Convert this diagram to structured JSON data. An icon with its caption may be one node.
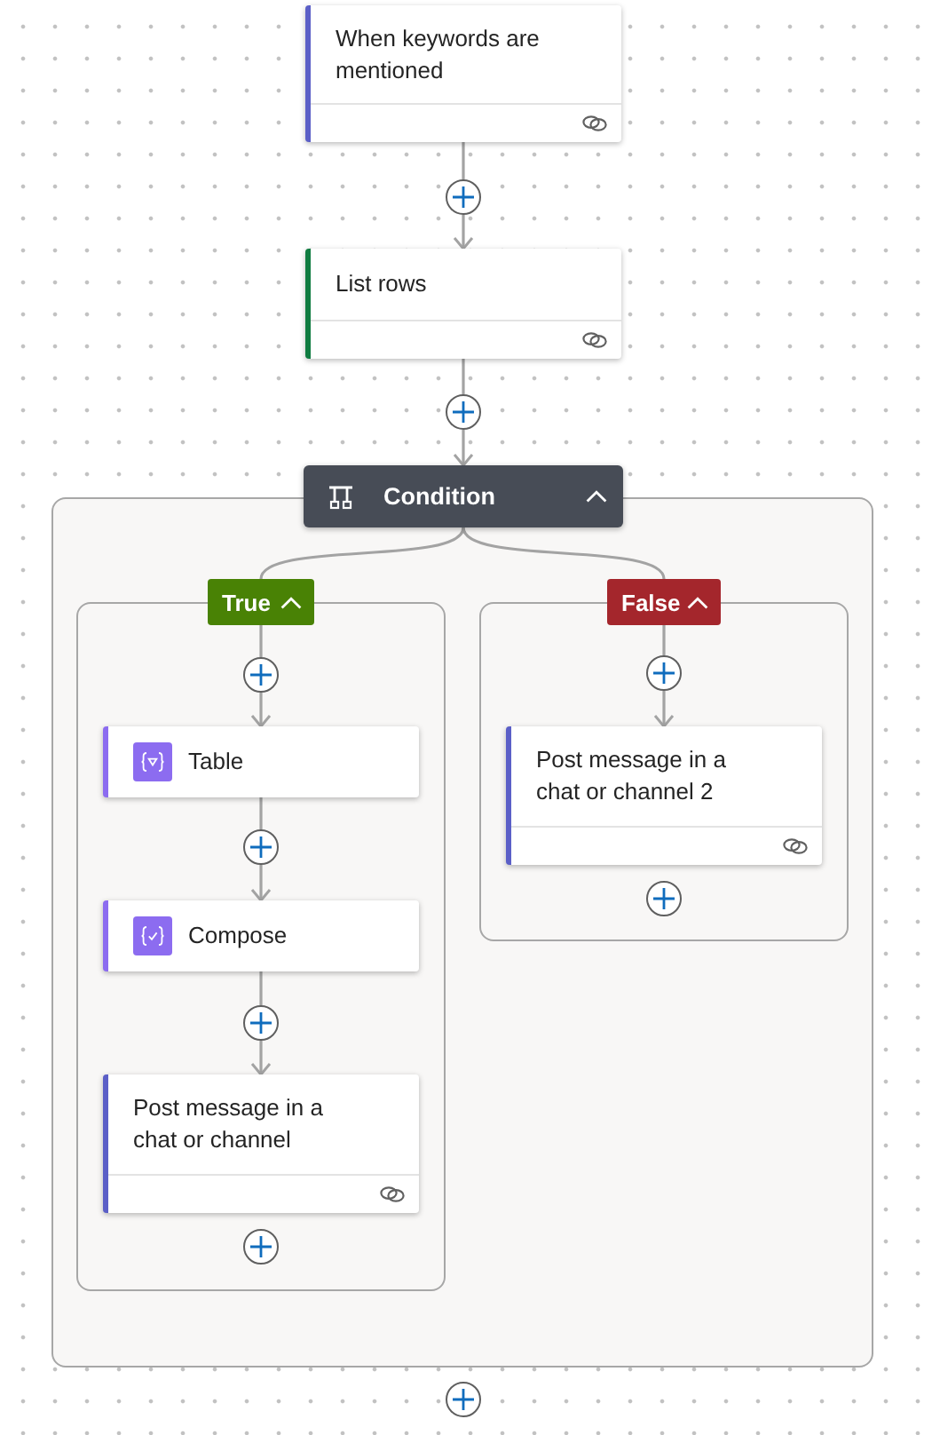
{
  "diagram": {
    "nodes": [
      {
        "text": [
          "When keywords are mentioned"
        ]
      },
      {
        "text": [],
        "shape": "circle"
      },
      {
        "text": [
          "List rows"
        ]
      },
      {
        "text": [],
        "shape": "circle"
      },
      {
        "text": [
          "Condition"
        ]
      },
      {
        "text": [],
        "shape": "box"
      },
      {
        "text": [
          "True"
        ],
        "in": 5
      },
      {
        "text": [],
        "shape": "box",
        "in": 5
      },
      {
        "text": [],
        "shape": "circle",
        "in": 7
      },
      {
        "text": [
          "Table"
        ],
        "in": 7
      },
      {
        "text": [],
        "shape": "circle",
        "in": 7
      },
      {
        "text": [
          "Compose"
        ],
        "in": 7
      },
      {
        "text": [],
        "shape": "circle",
        "in": 7
      },
      {
        "text": [
          "Post message in a chat or channel"
        ],
        "in": 7
      },
      {
        "text": [],
        "shape": "circle",
        "in": 7
      },
      {
        "text": [
          "False"
        ],
        "in": 5
      },
      {
        "text": [],
        "shape": "box",
        "in": 5
      },
      {
        "text": [],
        "shape": "circle",
        "in": 16
      },
      {
        "text": [
          "Post message in a chat or channel 2"
        ],
        "in": 16
      },
      {
        "text": [],
        "shape": "circle",
        "in": 16
      },
      {
        "text": [],
        "shape": "circle"
      }
    ],
    "edges": [
      {
        "from": 0,
        "to": 1,
        "arrow": "none"
      },
      {
        "from": 1,
        "to": 2,
        "arrow": "to"
      },
      {
        "from": 2,
        "to": 3,
        "arrow": "none"
      },
      {
        "from": 3,
        "to": 4,
        "arrow": "to"
      },
      {
        "from": 4,
        "to": 6,
        "arrow": "none"
      },
      {
        "from": 4,
        "to": 15,
        "arrow": "none"
      },
      {
        "from": 6,
        "to": 8,
        "arrow": "none"
      },
      {
        "from": 8,
        "to": 9,
        "arrow": "to"
      },
      {
        "from": 9,
        "to": 10,
        "arrow": "none"
      },
      {
        "from": 10,
        "to": 11,
        "arrow": "to"
      },
      {
        "from": 11,
        "to": 12,
        "arrow": "none"
      },
      {
        "from": 12,
        "to": 13,
        "arrow": "to"
      },
      {
        "from": 15,
        "to": 17,
        "arrow": "none"
      },
      {
        "from": 17,
        "to": 18,
        "arrow": "to"
      }
    ]
  }
}
